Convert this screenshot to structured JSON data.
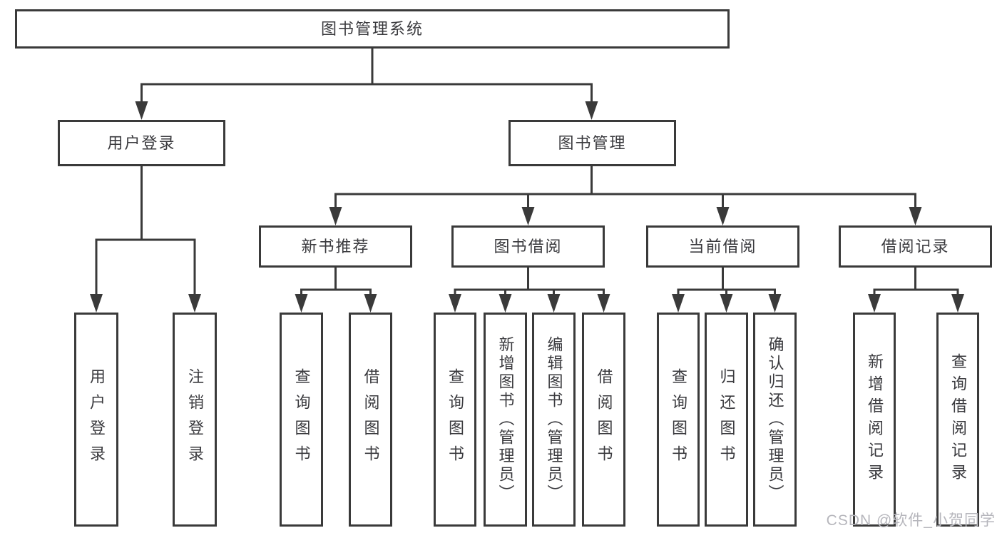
{
  "colors": {
    "background": "#ffffff",
    "line": "#3a3a3a",
    "box_border": "#3a3a3a",
    "text": "#3a3a3e",
    "watermark": "#b6b6bc"
  },
  "watermark": {
    "text": "CSDN @软件_小贺同学"
  },
  "diagram": {
    "root": {
      "label": "图书管理系统"
    },
    "branches": [
      {
        "label": "用户登录",
        "children": [
          {
            "label": "用户登录"
          },
          {
            "label": "注销登录"
          }
        ]
      },
      {
        "label": "图书管理",
        "children": [
          {
            "label": "新书推荐",
            "children": [
              {
                "label": "查询图书"
              },
              {
                "label": "借阅图书"
              }
            ]
          },
          {
            "label": "图书借阅",
            "children": [
              {
                "label": "查询图书"
              },
              {
                "label": "新增图书（管理员）"
              },
              {
                "label": "编辑图书（管理员）"
              },
              {
                "label": "借阅图书"
              }
            ]
          },
          {
            "label": "当前借阅",
            "children": [
              {
                "label": "查询图书"
              },
              {
                "label": "归还图书"
              },
              {
                "label": "确认归还（管理员）"
              }
            ]
          },
          {
            "label": "借阅记录",
            "children": [
              {
                "label": "新增借阅记录"
              },
              {
                "label": "查询借阅记录"
              }
            ]
          }
        ]
      }
    ]
  }
}
